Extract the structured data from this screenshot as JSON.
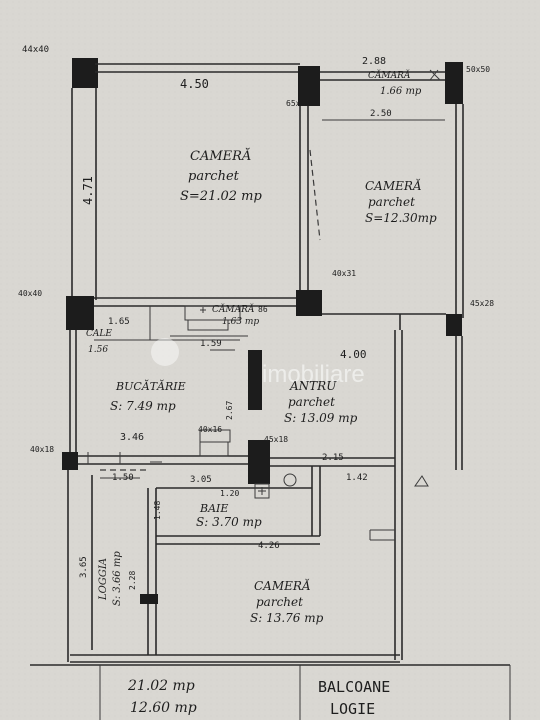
{
  "rooms": {
    "bedroom_1": {
      "name": "CAMERĂ",
      "floor": "parchet",
      "area": "S=21.02 mp"
    },
    "bedroom_2": {
      "name": "CAMERĂ",
      "floor": "parchet",
      "area": "S=12.30mp"
    },
    "bedroom_3": {
      "name": "CAMERĂ",
      "floor": "parchet",
      "area": "S: 13.76 mp"
    },
    "hall": {
      "name": "ANTRU",
      "floor": "parchet",
      "area": "S: 13.09 mp"
    },
    "kitchen": {
      "name": "BUCĂTĂRIE",
      "area": "S: 7.49 mp"
    },
    "bath": {
      "name": "BAIE",
      "area": "S: 3.70 mp"
    },
    "wc": {
      "name": "CĂMARĂ",
      "area": "1.63 mp"
    },
    "closet": {
      "name": "CĂMARĂ",
      "area": "1.66 mp"
    },
    "small_hall": {
      "name": "CALE",
      "area": "1.56"
    },
    "loggia": {
      "name": "LOGGIA",
      "area": "S: 3.66 mp"
    }
  },
  "dimensions": {
    "top_left_col": "44x40",
    "top_width_1": "4.50",
    "top_width_2": "2.88",
    "right_col_top": "50x50",
    "mid_col": "65x31",
    "closet_width": "2.50",
    "height_1": "4.71",
    "col_40x31": "40x31",
    "col_40x40": "40x40",
    "col_45x28": "45x28",
    "d_1_65": "1.65",
    "d_0_86": "86",
    "d_1_59": "1.59",
    "d_4_00": "4.00",
    "d_3_46": "3.46",
    "d_2_15": "2.15",
    "d_1_42": "1.42",
    "col_40x18": "40x18",
    "col_40x16": "40x16",
    "col_45x18": "45x18",
    "d_1_50": "1.50",
    "d_3_05": "3.05",
    "d_1_20": "1.20",
    "d_4_26": "4.26",
    "d_3_65": "3.65",
    "d_2_28": "2.28",
    "d_1_48": "1.48",
    "d_2_67": "2.67"
  },
  "footer": {
    "area_total": "21.02 mp",
    "area_two": "12.60 mp",
    "balconies_title": "BALCOANE",
    "balconies_sub": "LOGIE"
  },
  "watermark": {
    "brand": "imobiliare"
  }
}
